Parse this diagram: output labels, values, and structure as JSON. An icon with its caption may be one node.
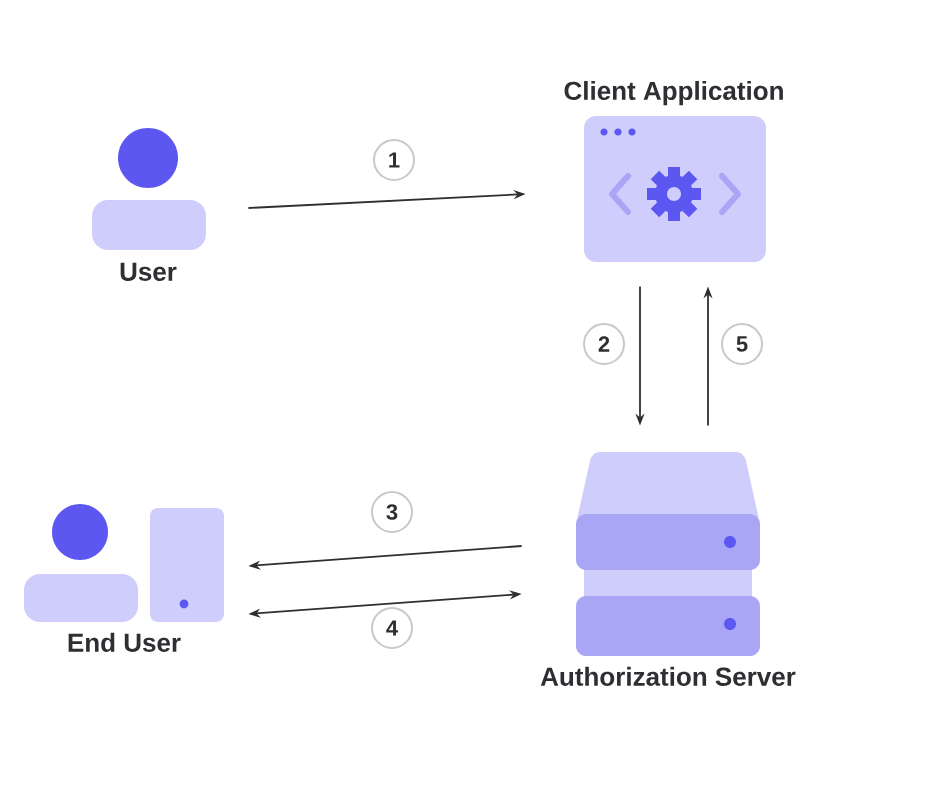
{
  "diagram": {
    "nodes": [
      {
        "text": [
          "User"
        ]
      },
      {
        "text": [
          "Client Application"
        ]
      },
      {
        "text": [
          "Authorization Server"
        ]
      },
      {
        "text": [
          "End User"
        ]
      }
    ],
    "edges": [
      {
        "from": 0,
        "to": 1,
        "arrow": "to",
        "label": "1"
      },
      {
        "from": 1,
        "to": 2,
        "arrow": "to",
        "label": "2"
      },
      {
        "from": 2,
        "to": 1,
        "arrow": "to",
        "label": "5"
      },
      {
        "from": 2,
        "to": 3,
        "arrow": "to",
        "label": "3"
      },
      {
        "from": 3,
        "to": 2,
        "arrow": "both",
        "label": "4"
      }
    ]
  }
}
